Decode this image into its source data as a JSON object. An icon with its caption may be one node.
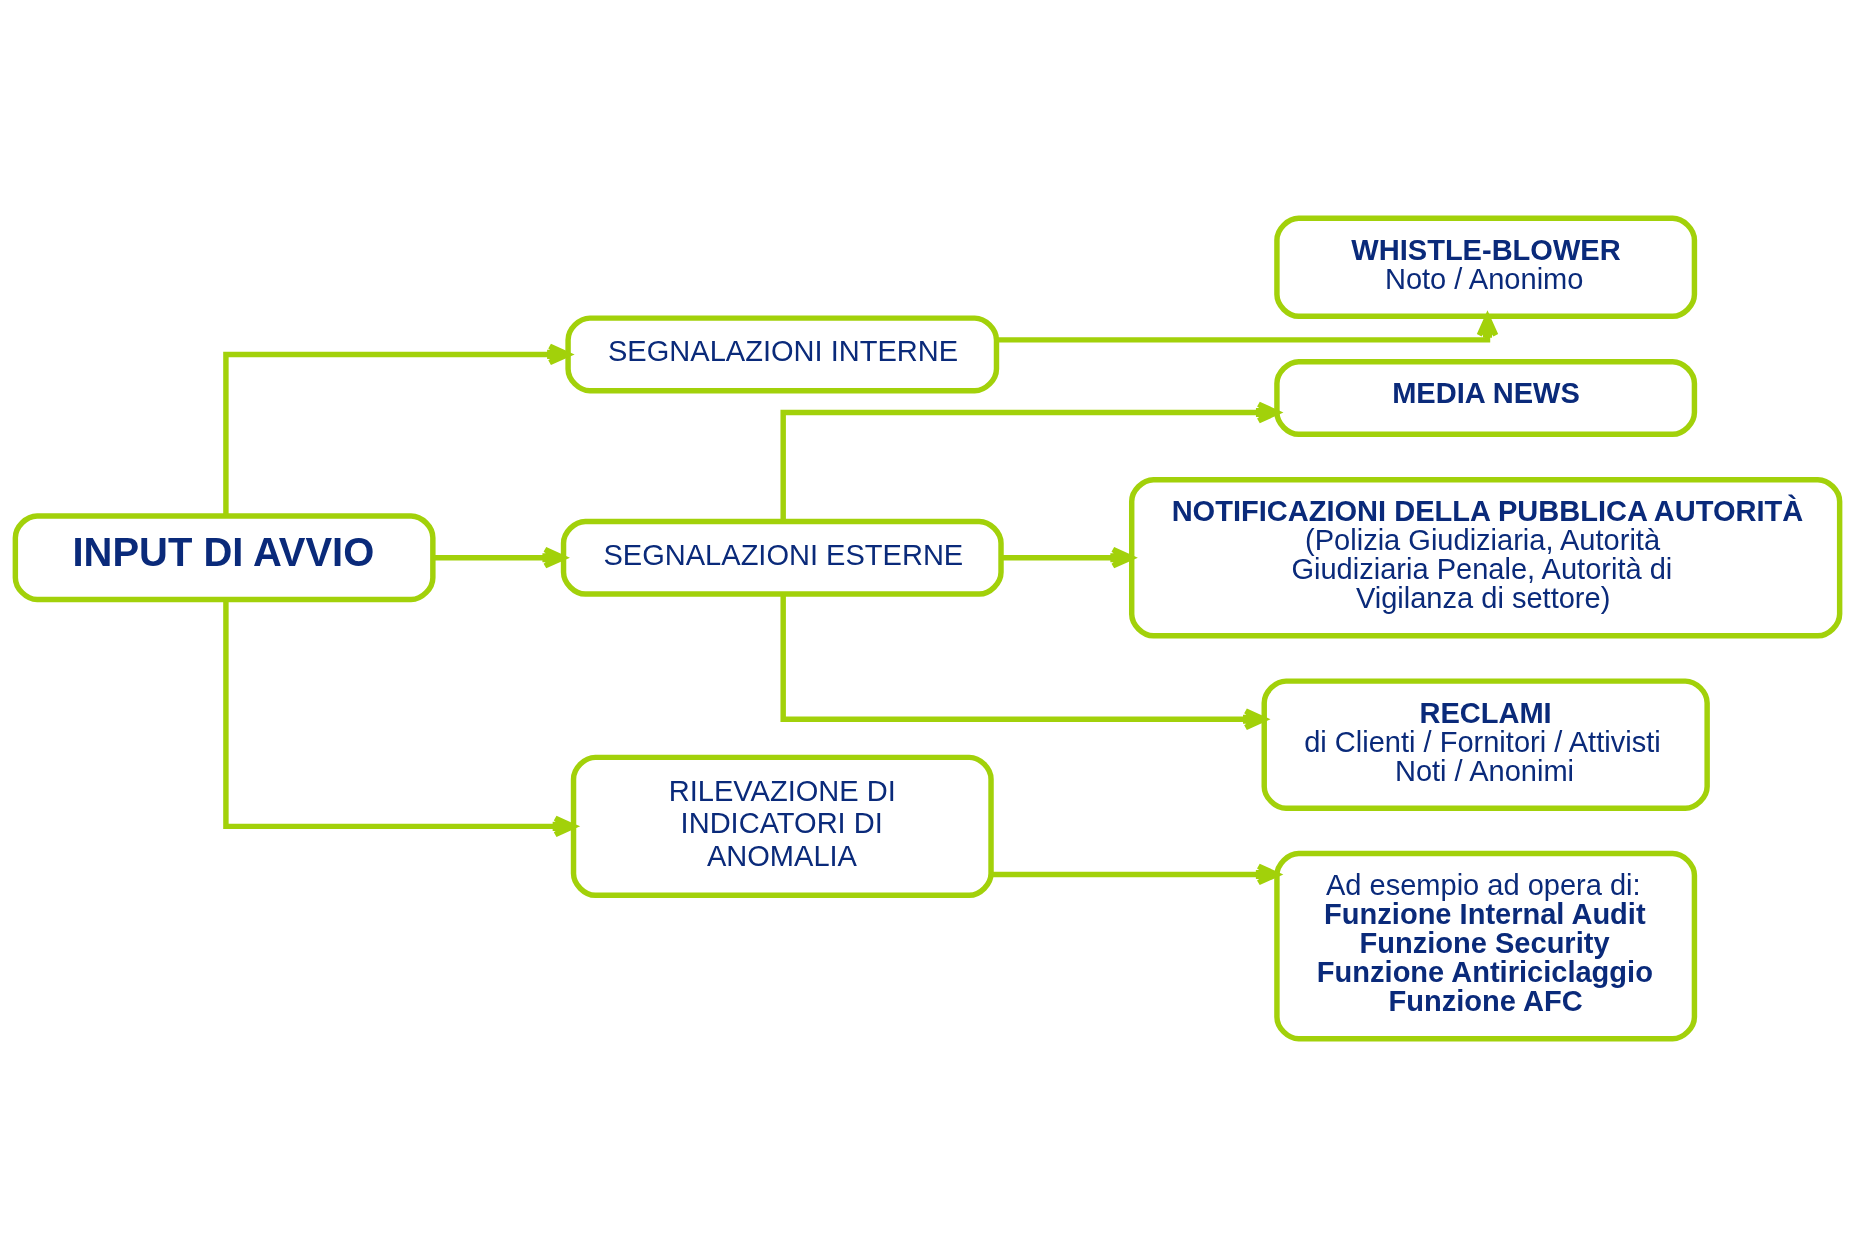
{
  "diagram": {
    "nodes": [
      {
        "text": [
          "**INPUT DI AVVIO**"
        ]
      },
      {
        "text": [
          "SEGNALAZIONI INTERNE"
        ]
      },
      {
        "text": [
          "SEGNALAZIONI ESTERNE"
        ]
      },
      {
        "text": [
          "RILEVAZIONE DI INDICATORI DI ANOMALIA"
        ]
      },
      {
        "text": [
          "**WHISTLE-BLOWER**",
          "Noto / Anonimo"
        ]
      },
      {
        "text": [
          "**MEDIA NEWS**"
        ]
      },
      {
        "text": [
          "**NOTIFICAZIONI DELLA PUBBLICA AUTORITÀ**",
          "(Polizia Giudiziaria, Autorità Giudiziaria Penale, Autorità di Vigilanza di settore)"
        ]
      },
      {
        "text": [
          "**RECLAMI**",
          "di Clienti / Fornitori / Attivisti",
          "Noti / Anonimi"
        ]
      },
      {
        "text": [
          "Ad esempio ad opera di:",
          "**Funzione Internal Audit**",
          "**Funzione Security**",
          "**Funzione Antiriciclaggio**",
          "**Funzione AFC**"
        ]
      }
    ],
    "edges": [
      {
        "from": 0,
        "to": 1,
        "arrow": "to"
      },
      {
        "from": 0,
        "to": 2,
        "arrow": "to"
      },
      {
        "from": 0,
        "to": 3,
        "arrow": "to"
      },
      {
        "from": 1,
        "to": 4,
        "arrow": "to"
      },
      {
        "from": 2,
        "to": 5,
        "arrow": "to"
      },
      {
        "from": 2,
        "to": 6,
        "arrow": "to"
      },
      {
        "from": 2,
        "to": 7,
        "arrow": "to"
      },
      {
        "from": 3,
        "to": 8,
        "arrow": "to"
      }
    ]
  }
}
